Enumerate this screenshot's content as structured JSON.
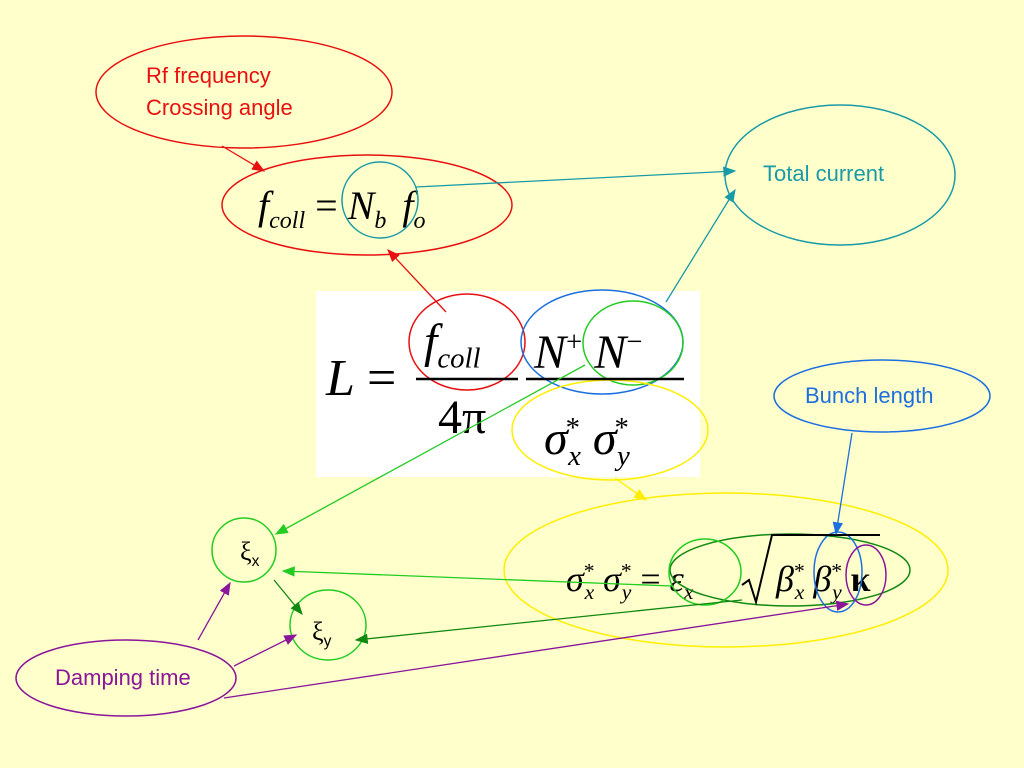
{
  "labels": {
    "rf_line1": "Rf frequency",
    "rf_line2": "Crossing angle",
    "total_current": "Total current",
    "bunch_length": "Bunch length",
    "damping_time": "Damping time"
  },
  "formula_fcoll": {
    "f": "f",
    "coll": "coll",
    "eq": "=",
    "N": "N",
    "b": "b",
    "f2": "f",
    "o": "o"
  },
  "formula_L": {
    "L": "L",
    "eq": "=",
    "f": "f",
    "coll": "coll",
    "four_pi": "4π",
    "N1": "N",
    "plus": "+",
    "N2": "N",
    "minus": "−",
    "sigma1": "σ",
    "star1": "*",
    "x": "x",
    "sigma2": "σ",
    "star2": "*",
    "y": "y"
  },
  "formula_sigma": {
    "sigma1": "σ",
    "x": "x",
    "star1": "*",
    "sigma2": "σ",
    "y": "y",
    "star2": "*",
    "eq": "=",
    "eps": "ε",
    "ex": "x",
    "beta1": "β",
    "bx": "x",
    "bstar1": "*",
    "beta2": "β",
    "by": "y",
    "bstar2": "*",
    "kappa": "κ"
  },
  "xi": {
    "xi_x_sym": "ξ",
    "xi_x_sub": "x",
    "xi_y_sym": "ξ",
    "xi_y_sub": "y"
  },
  "colors": {
    "background": "#ffffcc",
    "red": "#e81010",
    "teal": "#1a9aa8",
    "blue": "#1d6fe0",
    "green": "#22cc22",
    "dark_green": "#118811",
    "yellow": "#ffee00",
    "purple": "#8a169a"
  }
}
